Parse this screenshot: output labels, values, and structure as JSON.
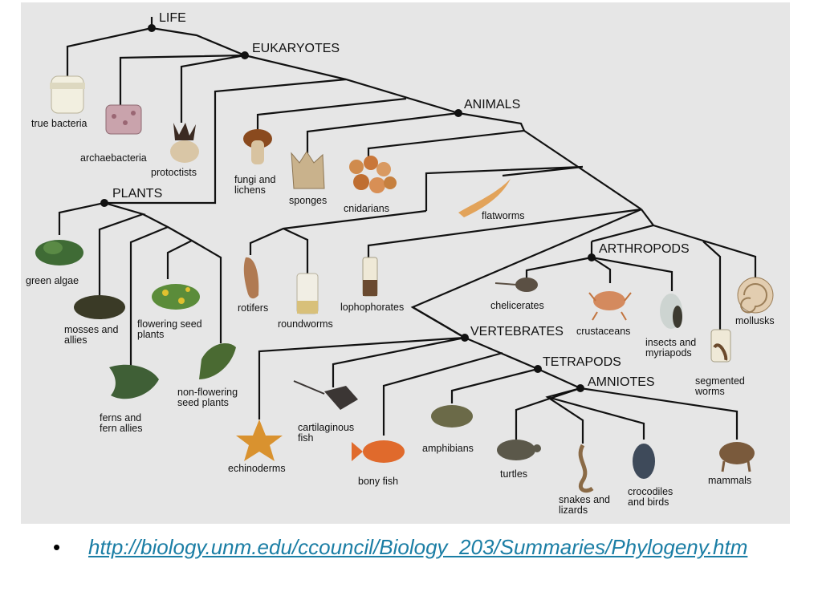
{
  "figure": {
    "nodes": {
      "life": "LIFE",
      "eukaryotes": "EUKARYOTES",
      "animals": "ANIMALS",
      "plants": "PLANTS",
      "arthropods": "ARTHROPODS",
      "vertebrates": "VERTEBRATES",
      "tetrapods": "TETRAPODS",
      "amniotes": "AMNIOTES"
    },
    "leaves": {
      "true_bacteria": [
        "true bacteria"
      ],
      "archaebacteria": [
        "archaebacteria"
      ],
      "protoctists": [
        "protoctists"
      ],
      "fungi": [
        "fungi and",
        "lichens"
      ],
      "sponges": [
        "sponges"
      ],
      "cnidarians": [
        "cnidarians"
      ],
      "flatworms": [
        "flatworms"
      ],
      "green_algae": [
        "green algae"
      ],
      "mosses": [
        "mosses and",
        "allies"
      ],
      "flowering": [
        "flowering seed",
        "plants"
      ],
      "ferns": [
        "ferns and",
        "fern allies"
      ],
      "nonflowering": [
        "non-flowering",
        "seed plants"
      ],
      "rotifers": [
        "rotifers"
      ],
      "roundworms": [
        "roundworms"
      ],
      "lophophorates": [
        "lophophorates"
      ],
      "chelicerates": [
        "chelicerates"
      ],
      "crustaceans": [
        "crustaceans"
      ],
      "insects": [
        "insects and",
        "myriapods"
      ],
      "mollusks": [
        "mollusks"
      ],
      "segmented": [
        "segmented",
        "worms"
      ],
      "echinoderms": [
        "echinoderms"
      ],
      "cartilaginous": [
        "cartilaginous",
        "fish"
      ],
      "bony": [
        "bony fish"
      ],
      "amphibians": [
        "amphibians"
      ],
      "turtles": [
        "turtles"
      ],
      "snakes": [
        "snakes and",
        "lizards"
      ],
      "crocodiles": [
        "crocodiles",
        "and birds"
      ],
      "mammals": [
        "mammals"
      ]
    }
  },
  "source": {
    "bullet": "•",
    "url": "http://biology.unm.edu/ccouncil/Biology_203/Summaries/Phylogeny.htm"
  }
}
